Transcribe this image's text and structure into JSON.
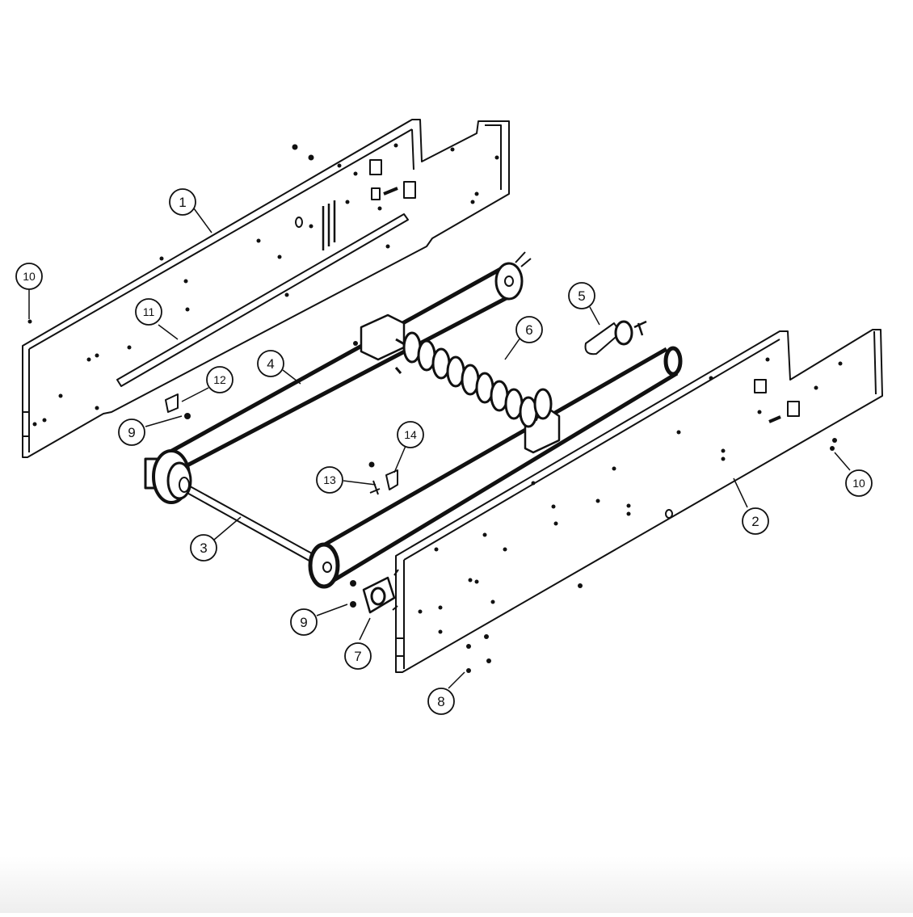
{
  "diagram": {
    "callouts": [
      {
        "id": "c1",
        "label": "1"
      },
      {
        "id": "c2",
        "label": "2"
      },
      {
        "id": "c3",
        "label": "3"
      },
      {
        "id": "c4",
        "label": "4"
      },
      {
        "id": "c5",
        "label": "5"
      },
      {
        "id": "c6",
        "label": "6"
      },
      {
        "id": "c7",
        "label": "7"
      },
      {
        "id": "c8",
        "label": "8"
      },
      {
        "id": "c9a",
        "label": "9"
      },
      {
        "id": "c9b",
        "label": "9"
      },
      {
        "id": "c10a",
        "label": "10"
      },
      {
        "id": "c10b",
        "label": "10"
      },
      {
        "id": "c11",
        "label": "11"
      },
      {
        "id": "c12",
        "label": "12"
      },
      {
        "id": "c13",
        "label": "13"
      },
      {
        "id": "c14",
        "label": "14"
      }
    ],
    "colors": {
      "ink": "#111111",
      "paper": "#ffffff",
      "fade": "#eeeeee"
    }
  }
}
